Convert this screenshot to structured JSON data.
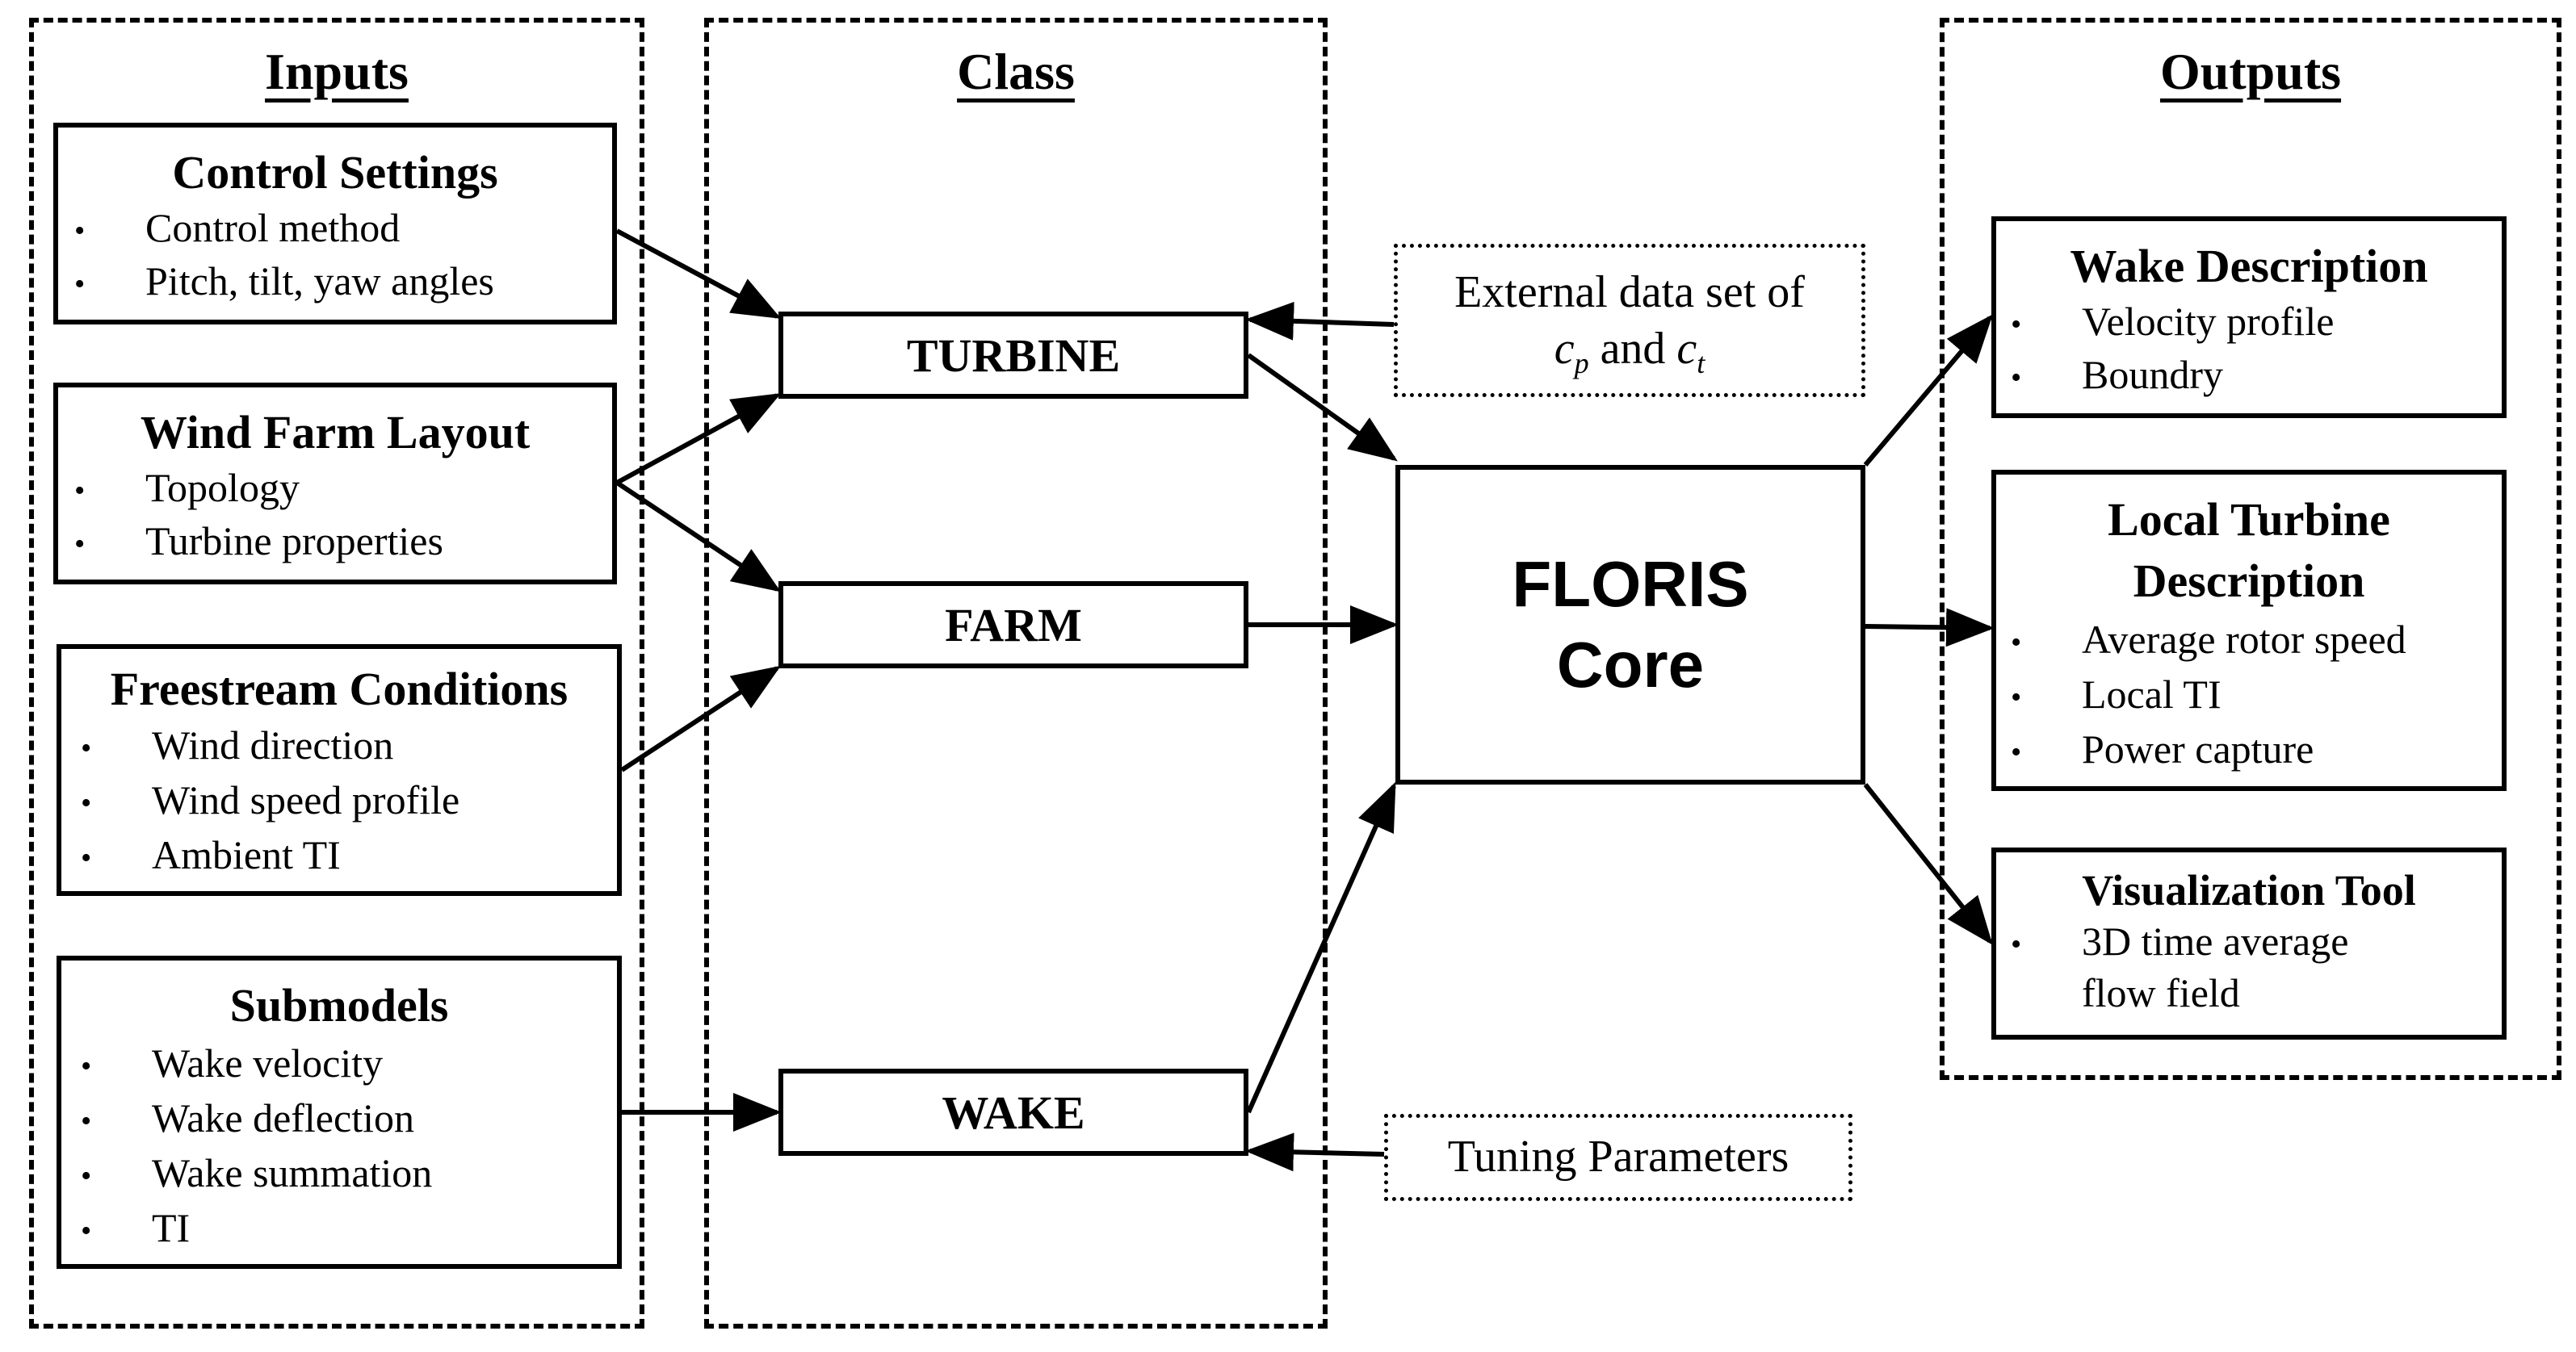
{
  "groups": {
    "inputs": "Inputs",
    "class": "Class",
    "outputs": "Outputs"
  },
  "inputs": {
    "control": {
      "title": "Control Settings",
      "items": [
        "Control method",
        "Pitch, tilt, yaw angles"
      ]
    },
    "layout": {
      "title": "Wind Farm Layout",
      "items": [
        "Topology",
        "Turbine properties"
      ]
    },
    "freestream": {
      "title": "Freestream Conditions",
      "items": [
        "Wind direction",
        "Wind speed profile",
        "Ambient TI"
      ]
    },
    "submodels": {
      "title": "Submodels",
      "items": [
        "Wake velocity",
        "Wake deflection",
        "Wake summation",
        "TI"
      ]
    }
  },
  "classes": {
    "turbine": "TURBINE",
    "farm": "FARM",
    "wake": "WAKE"
  },
  "external": {
    "line1": "External data set of",
    "cp": "c",
    "cp_sub": "p",
    "and": "and",
    "ct": "c",
    "ct_sub": "t"
  },
  "tuning": "Tuning Parameters",
  "core": {
    "line1": "FLORIS",
    "line2": "Core"
  },
  "outputs": {
    "wake": {
      "title": "Wake Description",
      "items": [
        "Velocity profile",
        "Boundry"
      ]
    },
    "local": {
      "title_line1": "Local Turbine",
      "title_line2": "Description",
      "items": [
        "Average rotor speed",
        "Local TI",
        "Power capture"
      ]
    },
    "viz": {
      "title": "Visualization Tool",
      "items": [
        "3D time average",
        "flow field"
      ]
    }
  }
}
